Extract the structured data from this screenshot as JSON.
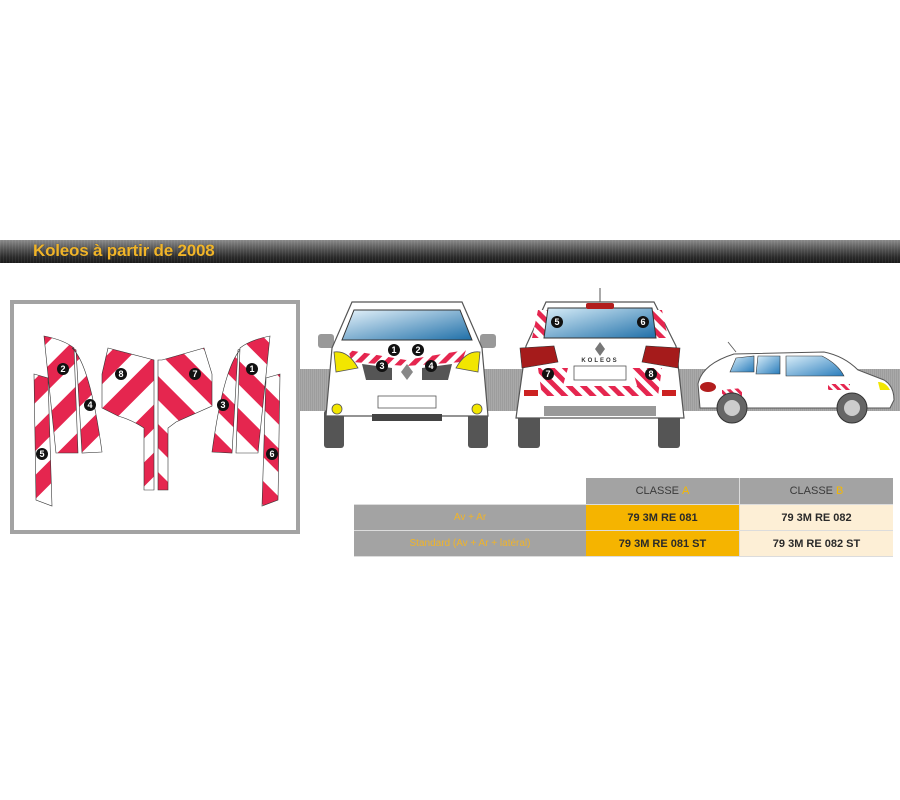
{
  "header": {
    "title": "Koleos à partir de 2008"
  },
  "strip_kit": {
    "pieces": [
      {
        "number": "1",
        "position": "front-right"
      },
      {
        "number": "2",
        "position": "front-left"
      },
      {
        "number": "3",
        "position": "front-right-lower"
      },
      {
        "number": "4",
        "position": "front-left-lower"
      },
      {
        "number": "5",
        "position": "rear-left-side"
      },
      {
        "number": "6",
        "position": "rear-right-side"
      },
      {
        "number": "7",
        "position": "rear-left"
      },
      {
        "number": "8",
        "position": "rear-right"
      }
    ],
    "colors": {
      "stripe": "#e5264f",
      "stripe_alt": "#ffffff",
      "badge": "#111111",
      "frame": "#a3a3a3"
    }
  },
  "vehicle_views": {
    "front": {
      "labels": [
        "1",
        "2",
        "3",
        "4"
      ]
    },
    "rear": {
      "brand_text": "KOLEOS",
      "labels": [
        "5",
        "6",
        "7",
        "8"
      ]
    },
    "side": {}
  },
  "table": {
    "columns": [
      {
        "prefix": "CLASSE",
        "accent": "A"
      },
      {
        "prefix": "CLASSE",
        "accent": "B"
      }
    ],
    "rows": [
      {
        "label": "Av + Ar",
        "class_a": "79 3M RE 081",
        "class_b": "79 3M RE 082"
      },
      {
        "label": "Standard (Av + Ar + latéral)",
        "class_a": "79 3M RE 081 ST",
        "class_b": "79 3M RE 082 ST"
      }
    ],
    "colors": {
      "accent": "#f5b800",
      "class_a_bg": "#f5b400",
      "class_b_bg": "#fdefd6",
      "label_bg": "#a3a3a3"
    }
  }
}
